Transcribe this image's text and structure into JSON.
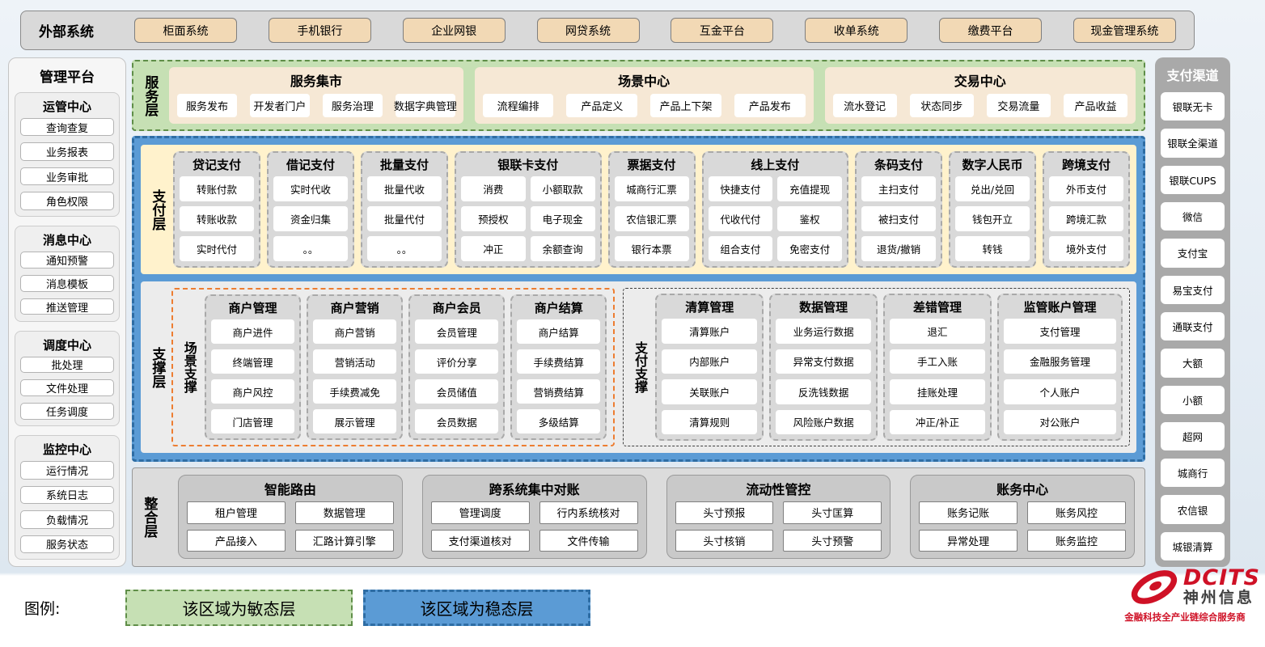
{
  "colors": {
    "accent_blue": "#5b9bd5",
    "agile_green": "#c6e0b4",
    "payment_cream": "#fff2cc",
    "tan_button": "#f2d9b5",
    "scene_orange": "#ed7d31",
    "logo_red": "#cf1126"
  },
  "external_systems": {
    "label": "外部系统",
    "items": [
      "柜面系统",
      "手机银行",
      "企业网银",
      "网贷系统",
      "互金平台",
      "收单系统",
      "缴费平台",
      "现金管理系统"
    ]
  },
  "management_platform": {
    "title": "管理平台",
    "groups": [
      {
        "title": "运管中心",
        "items": [
          "查询查复",
          "业务报表",
          "业务审批",
          "角色权限"
        ]
      },
      {
        "title": "消息中心",
        "items": [
          "通知预警",
          "消息模板",
          "推送管理"
        ]
      },
      {
        "title": "调度中心",
        "items": [
          "批处理",
          "文件处理",
          "任务调度"
        ]
      },
      {
        "title": "监控中心",
        "items": [
          "运行情况",
          "系统日志",
          "负载情况",
          "服务状态"
        ]
      }
    ]
  },
  "service_layer": {
    "label": "服务层",
    "panels": [
      {
        "title": "服务集市",
        "items": [
          "服务发布",
          "开发者门户",
          "服务治理",
          "数据字典管理"
        ]
      },
      {
        "title": "场景中心",
        "items": [
          "流程编排",
          "产品定义",
          "产品上下架",
          "产品发布"
        ]
      },
      {
        "title": "交易中心",
        "items": [
          "流水登记",
          "状态同步",
          "交易流量",
          "产品收益"
        ]
      }
    ]
  },
  "payment_layer": {
    "label": "支付层",
    "groups": [
      {
        "title": "贷记支付",
        "cols": 1,
        "items": [
          "转账付款",
          "转账收款",
          "实时代付"
        ]
      },
      {
        "title": "借记支付",
        "cols": 1,
        "items": [
          "实时代收",
          "资金归集",
          "。。"
        ]
      },
      {
        "title": "批量支付",
        "cols": 1,
        "items": [
          "批量代收",
          "批量代付",
          "。。"
        ]
      },
      {
        "title": "银联卡支付",
        "cols": 2,
        "items": [
          "消费",
          "小额取款",
          "预授权",
          "电子现金",
          "冲正",
          "余额查询"
        ]
      },
      {
        "title": "票据支付",
        "cols": 1,
        "items": [
          "城商行汇票",
          "农信银汇票",
          "银行本票"
        ]
      },
      {
        "title": "线上支付",
        "cols": 2,
        "items": [
          "快捷支付",
          "充值提现",
          "代收代付",
          "鉴权",
          "组合支付",
          "免密支付"
        ]
      },
      {
        "title": "条码支付",
        "cols": 1,
        "items": [
          "主扫支付",
          "被扫支付",
          "退货/撤销"
        ]
      },
      {
        "title": "数字人民币",
        "cols": 1,
        "items": [
          "兑出/兑回",
          "钱包开立",
          "转钱"
        ]
      },
      {
        "title": "跨境支付",
        "cols": 1,
        "items": [
          "外币支付",
          "跨境汇款",
          "境外支付"
        ]
      }
    ]
  },
  "support_layer": {
    "label": "支撑层",
    "zones": [
      {
        "label": "场景支撑",
        "style": "scene",
        "groups": [
          {
            "title": "商户管理",
            "items": [
              "商户进件",
              "终端管理",
              "商户风控",
              "门店管理"
            ]
          },
          {
            "title": "商户营销",
            "items": [
              "商户营销",
              "营销活动",
              "手续费减免",
              "展示管理"
            ]
          },
          {
            "title": "商户会员",
            "items": [
              "会员管理",
              "评价分享",
              "会员储值",
              "会员数据"
            ]
          },
          {
            "title": "商户结算",
            "items": [
              "商户结算",
              "手续费结算",
              "营销费结算",
              "多级结算"
            ]
          }
        ]
      },
      {
        "label": "支付支撑",
        "style": "payment",
        "groups": [
          {
            "title": "清算管理",
            "items": [
              "清算账户",
              "内部账户",
              "关联账户",
              "清算规则"
            ]
          },
          {
            "title": "数据管理",
            "items": [
              "业务运行数据",
              "异常支付数据",
              "反洗钱数据",
              "风险账户数据"
            ]
          },
          {
            "title": "差错管理",
            "items": [
              "退汇",
              "手工入账",
              "挂账处理",
              "冲正/补正"
            ]
          },
          {
            "title": "监管账户管理",
            "items": [
              "支付管理",
              "金融服务管理",
              "个人账户",
              "对公账户"
            ]
          }
        ]
      }
    ]
  },
  "integration_layer": {
    "label": "整合层",
    "panels": [
      {
        "title": "智能路由",
        "items": [
          "租户管理",
          "数据管理",
          "产品接入",
          "汇路计算引擎"
        ]
      },
      {
        "title": "跨系统集中对账",
        "items": [
          "管理调度",
          "行内系统核对",
          "支付渠道核对",
          "文件传输"
        ]
      },
      {
        "title": "流动性管控",
        "items": [
          "头寸预报",
          "头寸匡算",
          "头寸核销",
          "头寸预警"
        ]
      },
      {
        "title": "账务中心",
        "items": [
          "账务记账",
          "账务风控",
          "异常处理",
          "账务监控"
        ]
      }
    ]
  },
  "payment_channels": {
    "title": "支付渠道",
    "items": [
      "银联无卡",
      "银联全渠道",
      "银联CUPS",
      "微信",
      "支付宝",
      "易宝支付",
      "通联支付",
      "大额",
      "小额",
      "超网",
      "城商行",
      "农信银",
      "城银清算"
    ]
  },
  "legend": {
    "label": "图例:",
    "items": [
      {
        "text": "该区域为敏态层",
        "style": "agile"
      },
      {
        "text": "该区域为稳态层",
        "style": "stable"
      }
    ]
  },
  "logo": {
    "brand": "DCITS",
    "company": "神州信息",
    "slogan": "金融科技全产业链综合服务商"
  }
}
